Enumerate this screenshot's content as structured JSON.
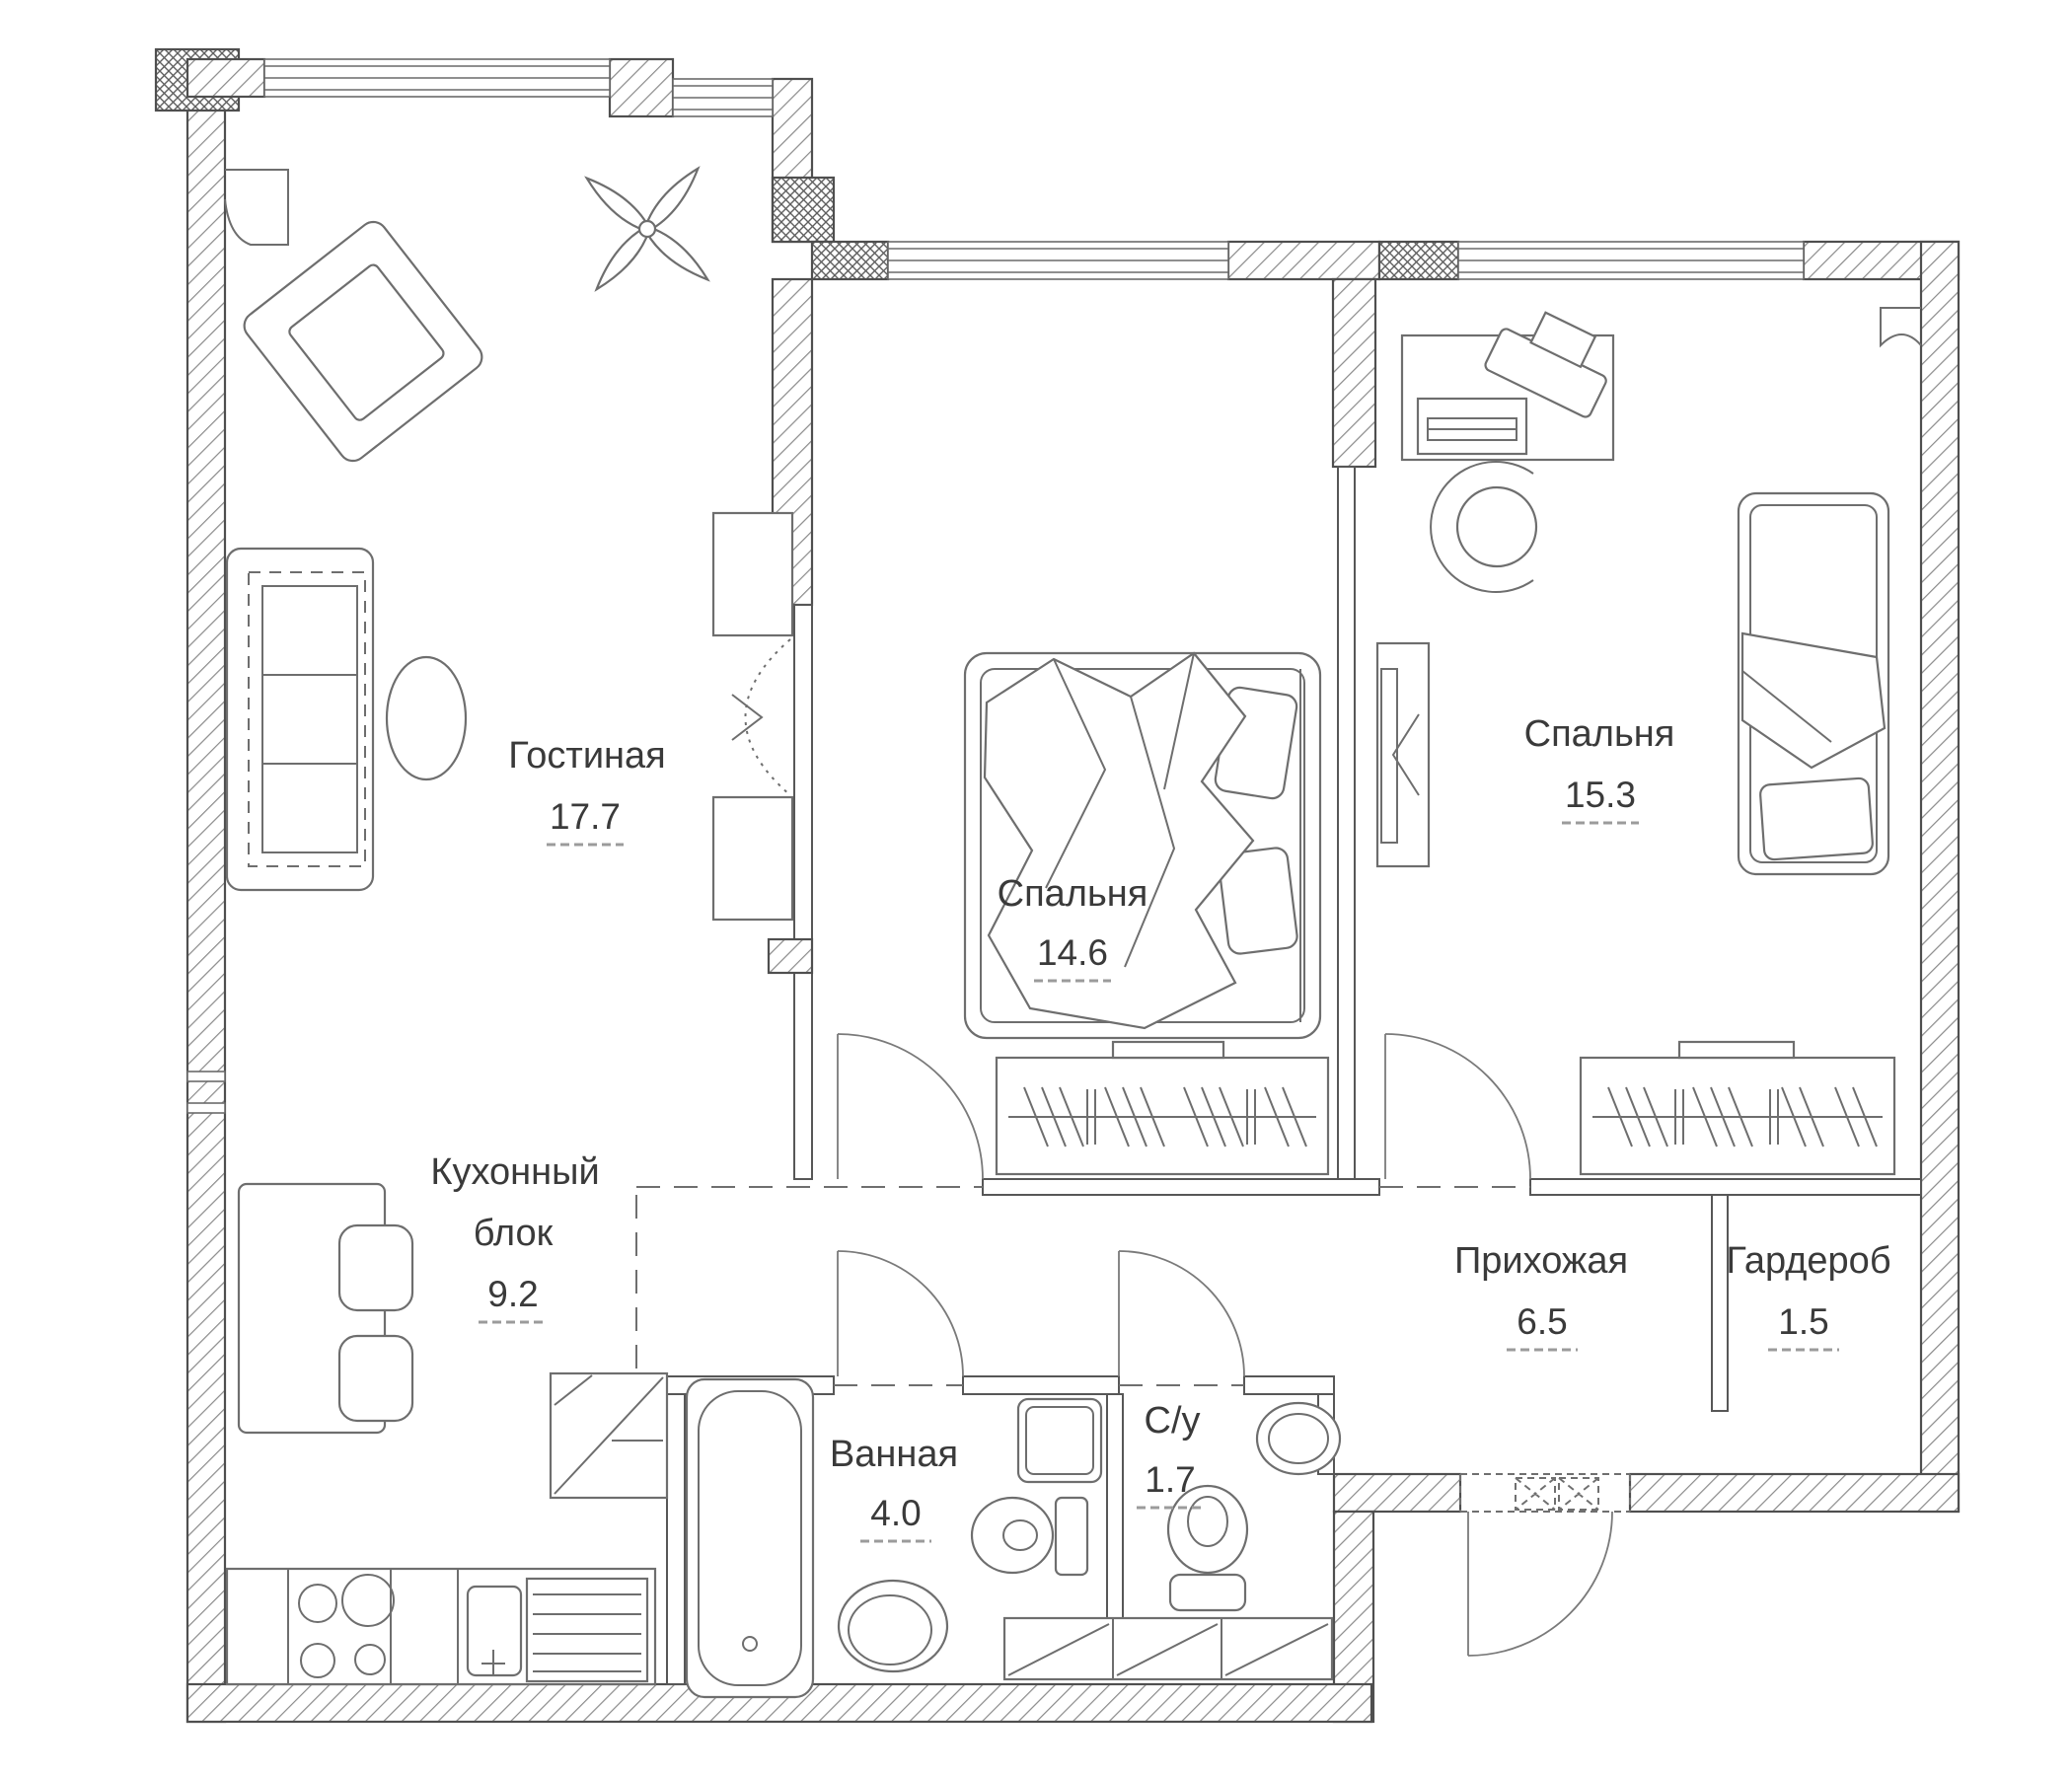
{
  "rooms": [
    {
      "id": "living",
      "name": "Гостиная",
      "area": "17.7"
    },
    {
      "id": "bedroom-1",
      "name": "Спальня",
      "area": "14.6"
    },
    {
      "id": "bedroom-2",
      "name": "Спальня",
      "area": "15.3"
    },
    {
      "id": "kitchen",
      "name": "Кухонный",
      "name2": "блок",
      "area": "9.2"
    },
    {
      "id": "bathroom",
      "name": "Ванная",
      "area": "4.0"
    },
    {
      "id": "wc",
      "name": "С/у",
      "area": "1.7"
    },
    {
      "id": "hallway",
      "name": "Прихожая",
      "area": "6.5"
    },
    {
      "id": "wardrobe",
      "name": "Гардероб",
      "area": "1.5"
    }
  ],
  "colors": {
    "background": "#ffffff",
    "wall_line": "#4f4f4f",
    "hatch_line": "#8a8a8a",
    "furniture_line": "#6e6e6e",
    "label_text": "#3a3a3a",
    "area_underline": "#9b9b9b"
  }
}
